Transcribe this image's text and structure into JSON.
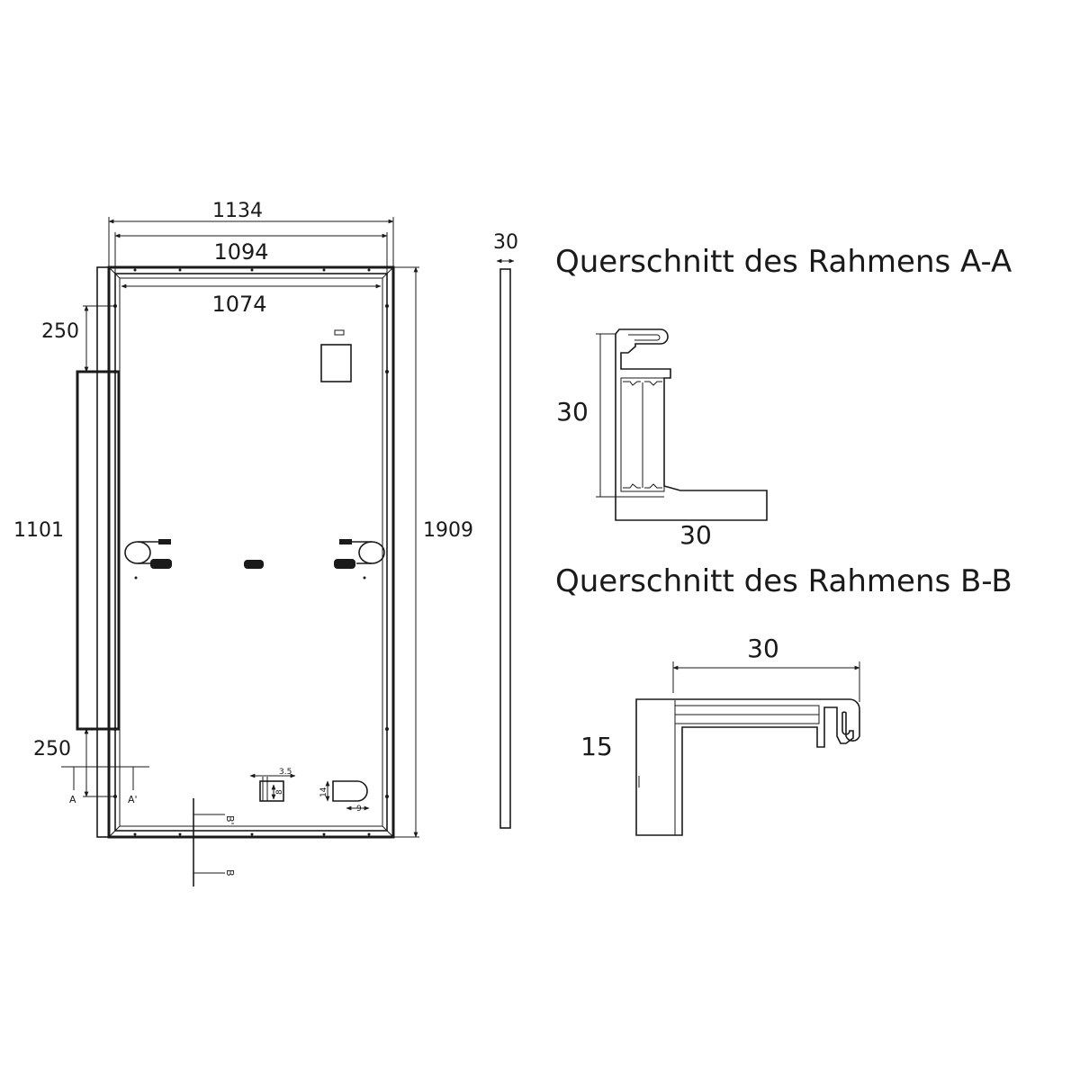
{
  "front_view": {
    "width_outer": "1134",
    "width_frame": "1094",
    "width_inner": "1074",
    "height_total": "1909",
    "rail_spacing": "1101",
    "rail_offset_top": "250",
    "rail_offset_bottom": "250",
    "section_a": "A",
    "section_a_prime": "A'",
    "section_b": "B",
    "section_b_prime": "B'",
    "hole_detail_w": "3.5",
    "hole_detail_h": "8",
    "slot_detail_h": "14",
    "slot_detail_w": "9"
  },
  "side_view": {
    "thickness": "30"
  },
  "section_aa": {
    "title": "Querschnitt des Rahmens A-A",
    "height": "30",
    "width": "30"
  },
  "section_bb": {
    "title": "Querschnitt des Rahmens B-B",
    "width": "30",
    "height": "15"
  },
  "colors": {
    "line": "#1a1a1a",
    "background": "#ffffff"
  }
}
